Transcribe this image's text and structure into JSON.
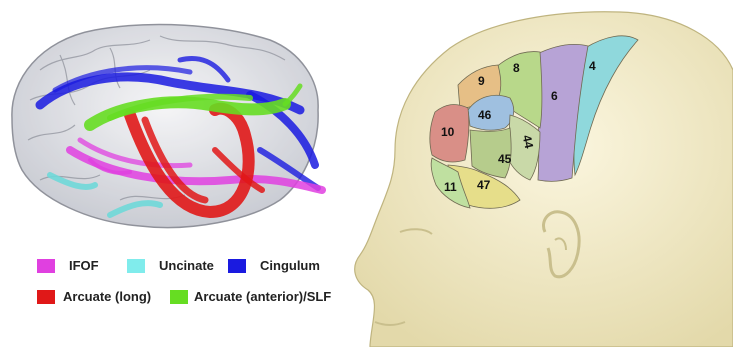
{
  "left_panel": {
    "legend": [
      {
        "label": "IFOF",
        "color": "#e040e0"
      },
      {
        "label": "Uncinate",
        "color": "#80ecec"
      },
      {
        "label": "Cingulum",
        "color": "#1a1ae0"
      },
      {
        "label": "Arcuate (long)",
        "color": "#e01818"
      },
      {
        "label": "Arcuate (anterior)/SLF",
        "color": "#66dd22"
      }
    ]
  },
  "right_panel": {
    "regions": [
      {
        "label": "4",
        "color": "#8fd8dc"
      },
      {
        "label": "6",
        "color": "#b7a3d6"
      },
      {
        "label": "8",
        "color": "#b8d88a"
      },
      {
        "label": "9",
        "color": "#e6bf86"
      },
      {
        "label": "46",
        "color": "#9fc0e0"
      },
      {
        "label": "10",
        "color": "#d98f87"
      },
      {
        "label": "44",
        "color": "#c9d9a8"
      },
      {
        "label": "45",
        "color": "#b6cc8c"
      },
      {
        "label": "47",
        "color": "#e6de8a"
      },
      {
        "label": "11",
        "color": "#bfe0a0"
      }
    ]
  }
}
